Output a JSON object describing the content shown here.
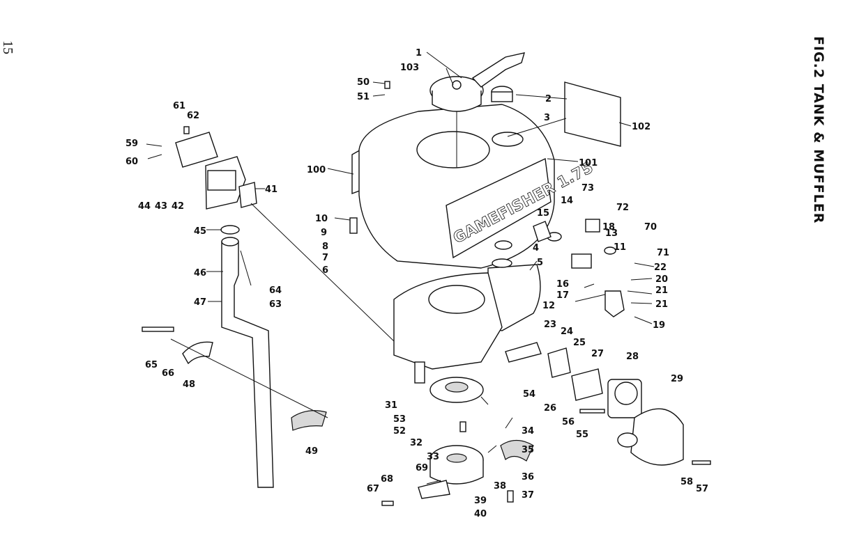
{
  "page_number": "15",
  "figure_title": "FIG.2   TANK  &  MUFFLER",
  "cowl_brand": "GAMEFISHER 1.75",
  "callouts": [
    "1",
    "103",
    "50",
    "51",
    "2",
    "3",
    "102",
    "100",
    "101",
    "61",
    "62",
    "59",
    "60",
    "44",
    "43",
    "42",
    "41",
    "45",
    "46",
    "47",
    "64",
    "63",
    "10",
    "9",
    "8",
    "7",
    "6",
    "15",
    "14",
    "4",
    "5",
    "73",
    "72",
    "18",
    "13",
    "11",
    "70",
    "71",
    "22",
    "20",
    "21",
    "21",
    "16",
    "17",
    "12",
    "19",
    "23",
    "24",
    "25",
    "27",
    "28",
    "29",
    "26",
    "54",
    "31",
    "53",
    "52",
    "56",
    "55",
    "34",
    "35",
    "32",
    "33",
    "69",
    "68",
    "67",
    "36",
    "37",
    "38",
    "39",
    "40",
    "58",
    "57",
    "65",
    "66",
    "48",
    "49"
  ]
}
